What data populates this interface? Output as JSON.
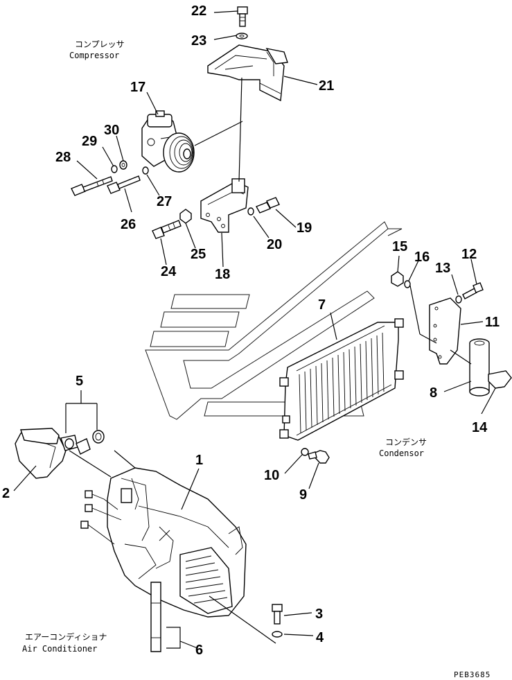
{
  "captions": {
    "compressor_jp": "コンプレッサ",
    "compressor_en": "Compressor",
    "condensor_jp": "コンデンサ",
    "condensor_en": "Condensor",
    "aircon_jp": "エアーコンディショナ",
    "aircon_en": "Air Conditioner"
  },
  "drawing_code": "PEB3685",
  "part_numbers": {
    "p1": "1",
    "p2": "2",
    "p3": "3",
    "p4": "4",
    "p5": "5",
    "p6": "6",
    "p7": "7",
    "p8": "8",
    "p9": "9",
    "p10": "10",
    "p11": "11",
    "p12": "12",
    "p13": "13",
    "p14": "14",
    "p15": "15",
    "p16": "16",
    "p17": "17",
    "p18": "18",
    "p19": "19",
    "p20": "20",
    "p21": "21",
    "p22": "22",
    "p23": "23",
    "p24": "24",
    "p25": "25",
    "p26": "26",
    "p27": "27",
    "p28": "28",
    "p29": "29",
    "p30": "30"
  }
}
